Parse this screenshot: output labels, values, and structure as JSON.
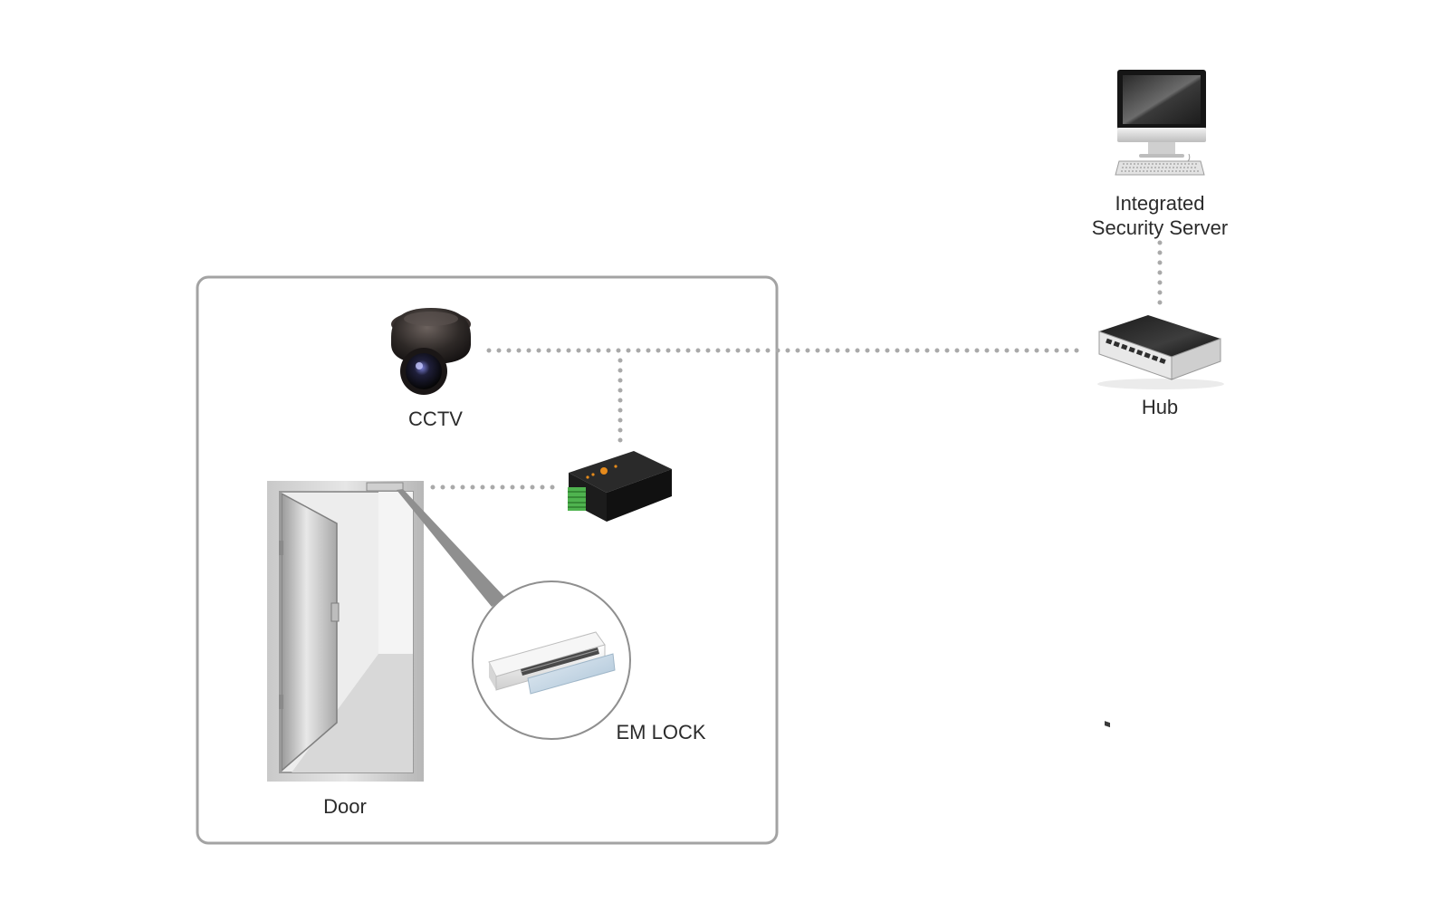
{
  "labels": {
    "cctv": "CCTV",
    "door": "Door",
    "em_lock": "EM LOCK",
    "hub": "Hub",
    "server_line1": "Integrated",
    "server_line2": "Security Server"
  },
  "icons": {
    "server": "desktop-computer-icon",
    "hub": "network-hub-icon",
    "cctv": "dome-camera-icon",
    "controller": "access-controller-icon",
    "door": "door-icon",
    "em_lock": "electromagnetic-lock-icon"
  },
  "colors": {
    "frame": "#a3a3a3",
    "connector": "#a9a9a9",
    "text": "#2b2b2b"
  }
}
